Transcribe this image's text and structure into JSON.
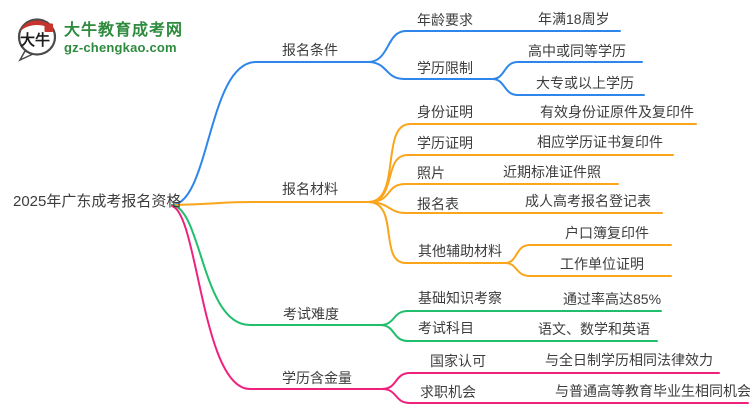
{
  "logo": {
    "icon_text": "大牛",
    "site_name": "大牛教育成考网",
    "site_domain": "gz-chengkao.com"
  },
  "colors": {
    "branch-blue": "#2E86EA",
    "branch-orange": "#FAA51B",
    "branch-green": "#21BE6D",
    "branch-pink": "#F0217E",
    "logo-green": "#2E8B3E",
    "logo-red": "#C6342E",
    "text-dark": "#3D3D3D"
  },
  "mindmap": {
    "root": "2025年广东成考报名资格",
    "branches": [
      {
        "label": "报名条件",
        "children": [
          {
            "label": "年龄要求",
            "children": [
              {
                "label": "年满18周岁"
              }
            ]
          },
          {
            "label": "学历限制",
            "children": [
              {
                "label": "高中或同等学历"
              },
              {
                "label": "大专或以上学历"
              }
            ]
          }
        ]
      },
      {
        "label": "报名材料",
        "children": [
          {
            "label": "身份证明",
            "children": [
              {
                "label": "有效身份证原件及复印件"
              }
            ]
          },
          {
            "label": "学历证明",
            "children": [
              {
                "label": "相应学历证书复印件"
              }
            ]
          },
          {
            "label": "照片",
            "children": [
              {
                "label": "近期标准证件照"
              }
            ]
          },
          {
            "label": "报名表",
            "children": [
              {
                "label": "成人高考报名登记表"
              }
            ]
          },
          {
            "label": "其他辅助材料",
            "children": [
              {
                "label": "户口簿复印件"
              },
              {
                "label": "工作单位证明"
              }
            ]
          }
        ]
      },
      {
        "label": "考试难度",
        "children": [
          {
            "label": "基础知识考察",
            "children": [
              {
                "label": "通过率高达85%"
              }
            ]
          },
          {
            "label": "考试科目",
            "children": [
              {
                "label": "语文、数学和英语"
              }
            ]
          }
        ]
      },
      {
        "label": "学历含金量",
        "children": [
          {
            "label": "国家认可",
            "children": [
              {
                "label": "与全日制学历相同法律效力"
              }
            ]
          },
          {
            "label": "求职机会",
            "children": [
              {
                "label": "与普通高等教育毕业生相同机会"
              }
            ]
          }
        ]
      }
    ]
  }
}
